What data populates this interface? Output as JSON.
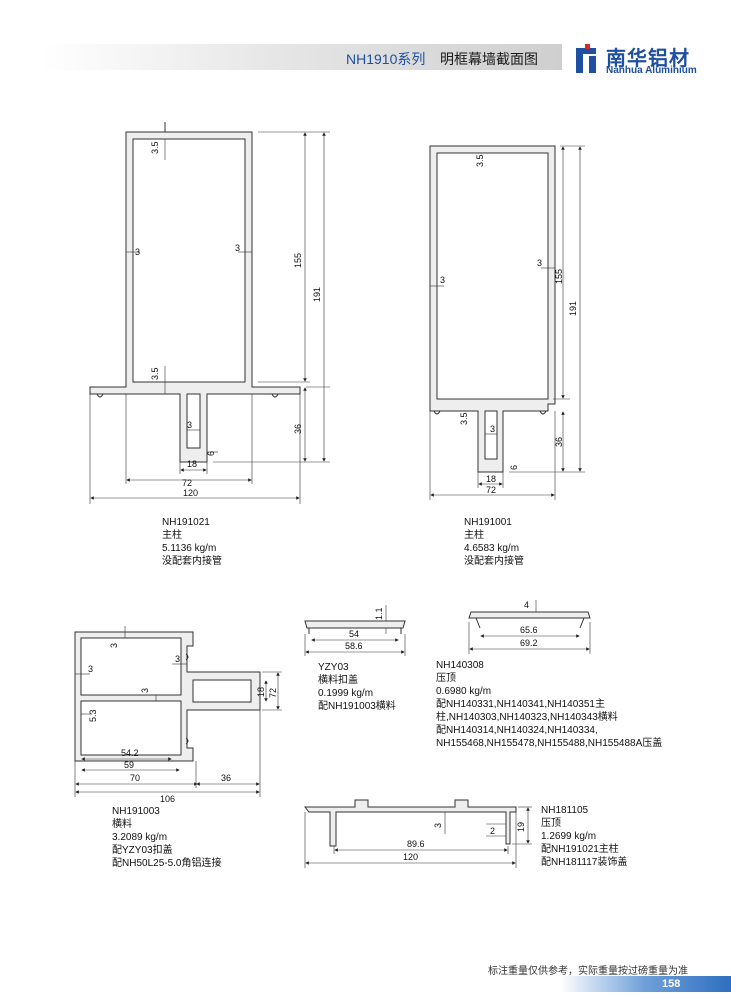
{
  "header": {
    "series": "NH1910系列",
    "title": "明框幕墙截面图",
    "brand_cn": "南华铝材",
    "brand_en": "Nanhua Aluminium",
    "brand_color": "#1f4fa0",
    "logo_icon": "nanhua-logo-icon"
  },
  "profiles": [
    {
      "code": "NH191021",
      "lines": [
        "主柱",
        "5.1136 kg/m",
        "没配套内接管"
      ]
    },
    {
      "code": "NH191001",
      "lines": [
        "主柱",
        "4.6583 kg/m",
        "没配套内接管"
      ]
    },
    {
      "code": "YZY03",
      "lines": [
        "横料扣盖",
        "0.1999 kg/m",
        "配NH191003横料"
      ]
    },
    {
      "code": "NH140308",
      "lines": [
        "压顶",
        "0.6980 kg/m",
        "配NH140331,NH140341,NH140351主",
        "柱,NH140303,NH140323,NH140343横料",
        "配NH140314,NH140324,NH140334,",
        "NH155468,NH155478,NH155488,NH155488A压盖"
      ]
    },
    {
      "code": "NH191003",
      "lines": [
        "横料",
        "3.2089 kg/m",
        "配YZY03扣盖",
        "配NH50L25-5.0角铝连接"
      ]
    },
    {
      "code": "NH181105",
      "lines": [
        "压顶",
        "1.2699 kg/m",
        "配NH191021主柱",
        "配NH181117装饰盖"
      ]
    }
  ],
  "dims": {
    "p1": [
      "3.5",
      "3",
      "3",
      "155",
      "191",
      "3.5",
      "3",
      "36",
      "6",
      "18",
      "72",
      "120"
    ],
    "p2": [
      "3.5",
      "3",
      "3",
      "155",
      "191",
      "3.5",
      "3",
      "36",
      "6",
      "18",
      "72"
    ],
    "p3": [
      "1.1",
      "54",
      "58.6"
    ],
    "p4": [
      "4",
      "65.6",
      "69.2"
    ],
    "p5": [
      "3",
      "3",
      "3",
      "3",
      "18",
      "72",
      "5.3",
      "54.2",
      "59",
      "70",
      "36",
      "106"
    ],
    "p6": [
      "3",
      "2",
      "19",
      "89.6",
      "120"
    ]
  },
  "footer": {
    "note": "标注重量仅供参考，实际重量按过磅重量为准",
    "page": "158",
    "accent": "#2f6fc0"
  }
}
